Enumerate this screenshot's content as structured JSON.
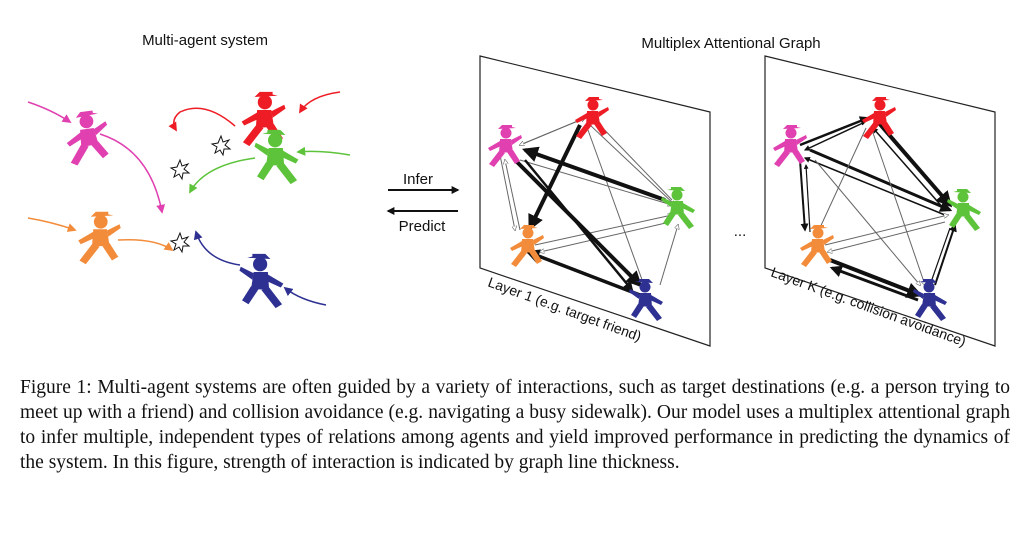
{
  "figure": {
    "left_title": "Multi-agent system",
    "right_title": "Multiplex Attentional Graph",
    "infer_label": "Infer",
    "predict_label": "Predict",
    "ellipsis": "...",
    "layer_1_label": "Layer 1 (e.g. target friend)",
    "layer_k_label": "Layer K (e.g. collision avoidance)",
    "agents": [
      {
        "name": "pink",
        "color": "#e040b0"
      },
      {
        "name": "red",
        "color": "#ee1c24"
      },
      {
        "name": "green",
        "color": "#5cc33a"
      },
      {
        "name": "orange",
        "color": "#f28c3a"
      },
      {
        "name": "blue",
        "color": "#2e3192"
      }
    ],
    "collision_icon": "starburst-icon"
  },
  "caption": "Figure 1: Multi-agent systems are often guided by a variety of interactions, such as target destinations (e.g.  a person trying to meet up with a friend) and collision avoidance (e.g.  navigating a busy sidewalk).  Our model uses a multiplex attentional graph to infer multiple, independent types of relations among agents and yield improved performance in predicting the dynamics of the system.  In this figure, strength of interaction is indicated by graph line thickness."
}
